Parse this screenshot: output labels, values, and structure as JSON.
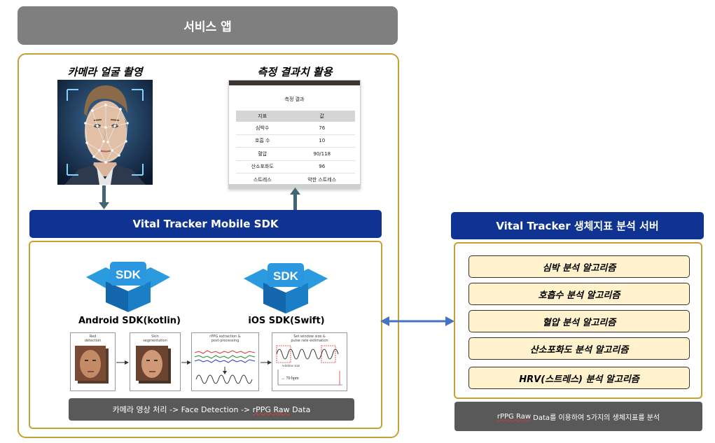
{
  "header": {
    "title": "서비스 앱"
  },
  "camera": {
    "caption": "카메라 얼굴 촬영"
  },
  "results": {
    "caption": "측정 결과치 활용",
    "card_title": "측정 결과",
    "columns": [
      "지표",
      "값"
    ],
    "rows": [
      [
        "심박수",
        "76"
      ],
      [
        "호흡 수",
        "10"
      ],
      [
        "혈압",
        "90/118"
      ],
      [
        "산소포화도",
        "96"
      ],
      [
        "스트레스",
        "약한 스트레스"
      ]
    ]
  },
  "mobile_sdk": {
    "bar_title": "Vital Tracker Mobile SDK",
    "icon_text": "SDK",
    "android_label": "Android SDK(kotlin)",
    "ios_label": "iOS SDK(Swift)",
    "pipeline": {
      "steps": [
        "Red\ndetection",
        "Skin\nsegmentation",
        "rPPG extraction &\npost-processing",
        "Set window size &\npulse rate estimation"
      ],
      "window_label": "window size",
      "bpm_label": "→ 70 bpm"
    },
    "process_prefix": "카메라 영상 처리 -> Face Detection -> ",
    "process_underlined": "rPPG Raw",
    "process_suffix": " Data"
  },
  "server": {
    "bar_title": "Vital Tracker 생체지표 분석 서버",
    "algorithms": [
      "심박 분석 알고리즘",
      "호흡수 분석 알고리즘",
      "혈압 분석 알고리즘",
      "산소포화도 분석 알고리즘",
      "HRV(스트레스) 분석 알고리즘"
    ],
    "note_underlined": "rPPG Raw",
    "note_suffix": " Data를 이용하여 5가지의 생체지표를 분석"
  },
  "colors": {
    "accent_navy": "#0e3392",
    "frame_gold": "#c5a033",
    "algo_fill": "#fff2cc",
    "arrow_blue": "#4472c4",
    "sdk_blue": "#1e8ad2"
  }
}
